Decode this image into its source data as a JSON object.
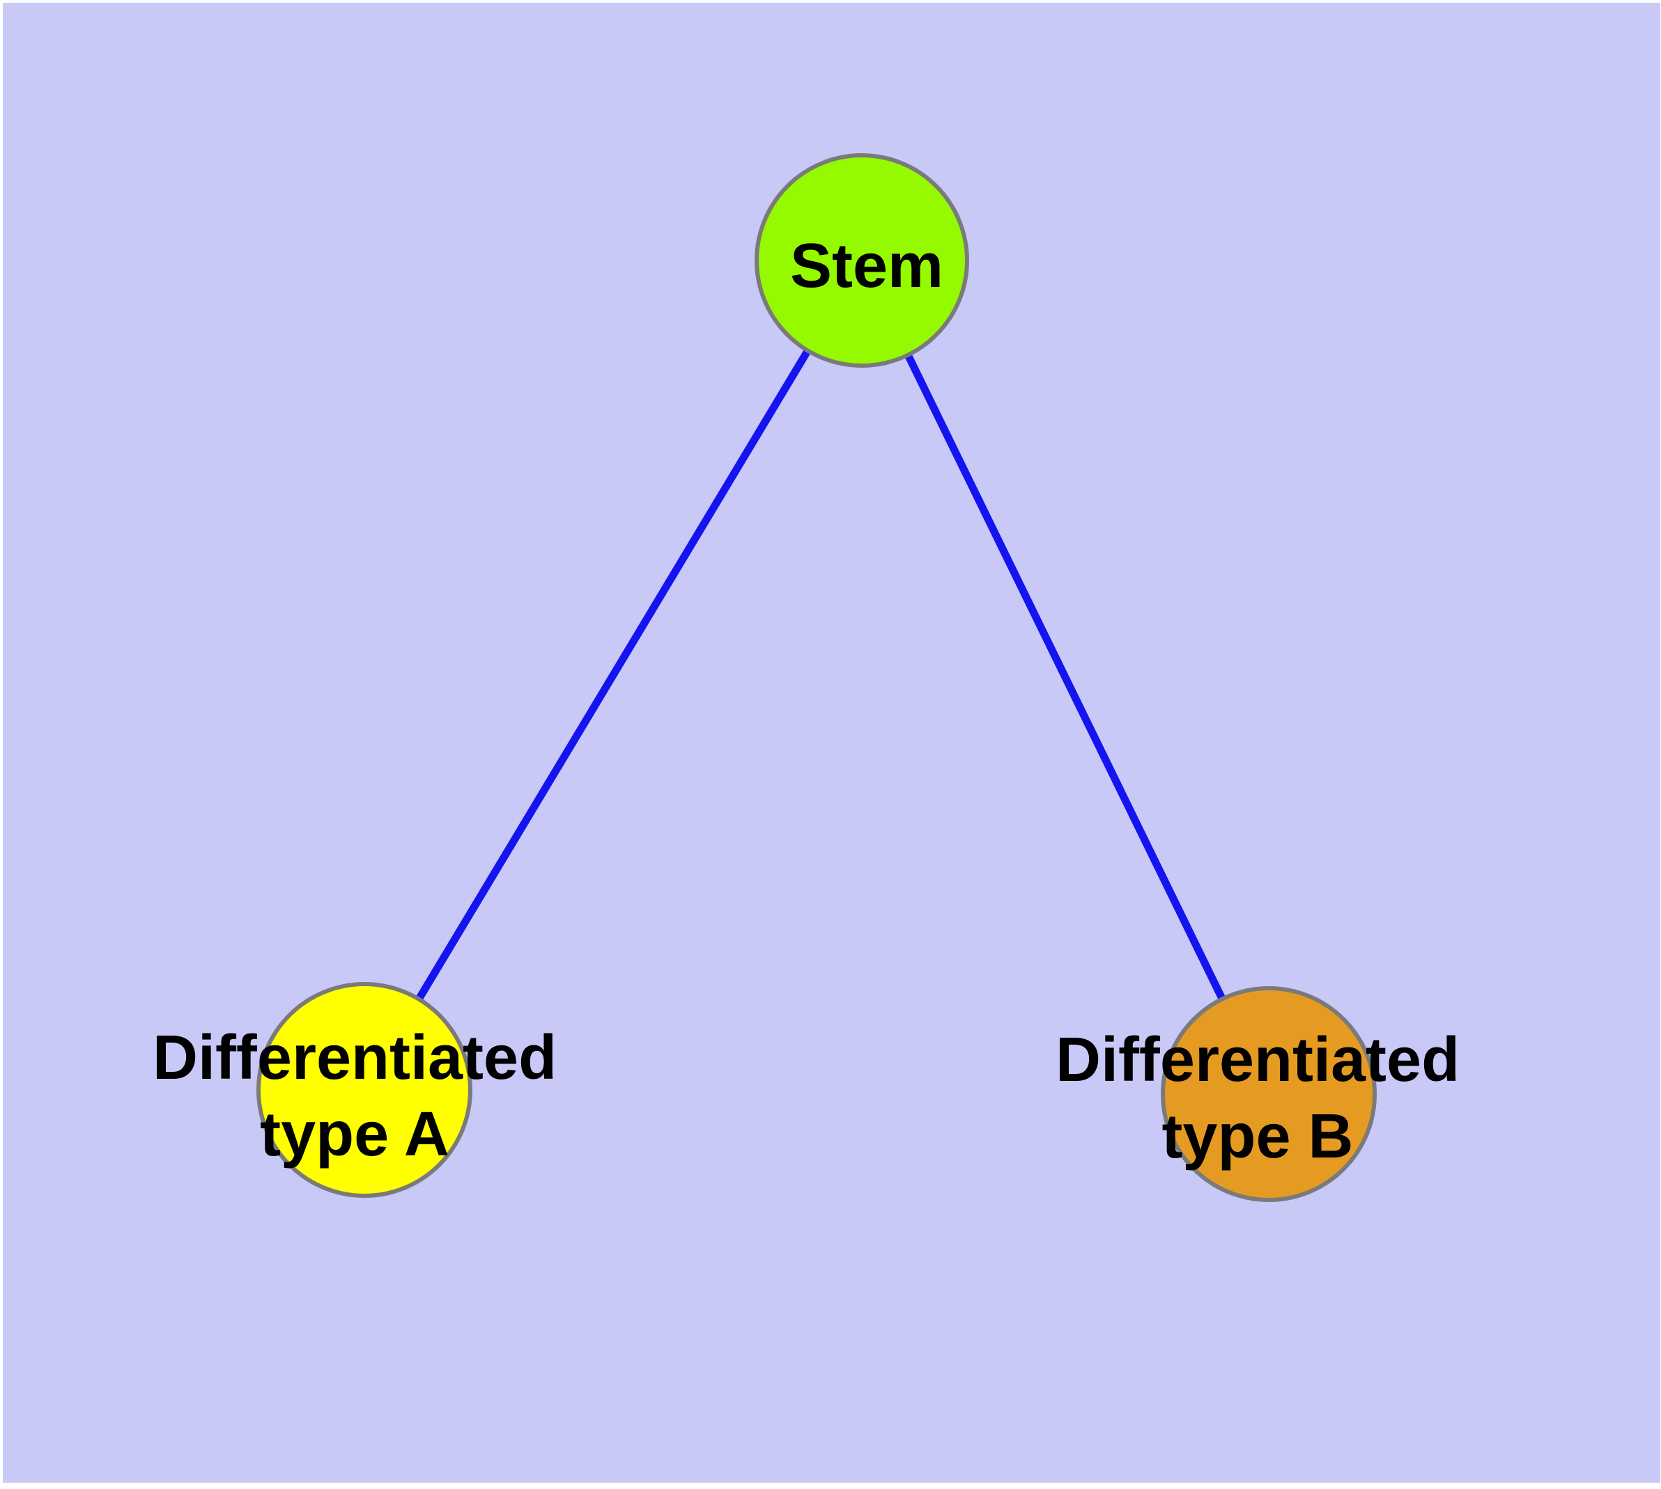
{
  "diagram": {
    "type": "node-link-tree",
    "background_color": "#c9c9f8",
    "frame_color": "#ffffff",
    "edge_color": "#1414f0",
    "node_border_color": "#7a7a7a",
    "text_color": "#000000",
    "nodes": [
      {
        "id": "stem",
        "label": "Stem",
        "label_line1": "Stem",
        "label_line2": "",
        "color": "#95f900",
        "shape": "circle"
      },
      {
        "id": "typeA",
        "label": "Differentiated type A",
        "label_line1": "Differentiated",
        "label_line2": "type A",
        "color": "#ffff00",
        "shape": "circle"
      },
      {
        "id": "typeB",
        "label": "Differentiated type B",
        "label_line1": "Differentiated",
        "label_line2": "type B",
        "color": "#e59b22",
        "shape": "circle"
      }
    ],
    "edges": [
      {
        "from": "stem",
        "to": "typeA"
      },
      {
        "from": "stem",
        "to": "typeB"
      }
    ]
  }
}
